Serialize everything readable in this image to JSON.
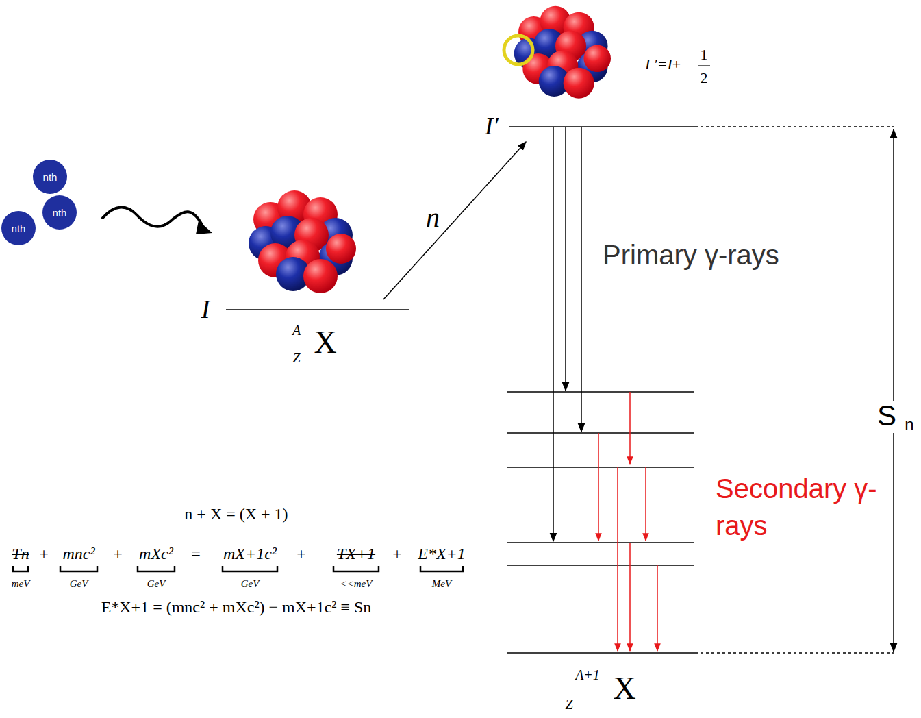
{
  "diagram": {
    "nodes": [
      {
        "text": [
          "nth"
        ]
      },
      {
        "text": [
          "nth"
        ]
      },
      {
        "text": [
          "nth"
        ]
      }
    ],
    "labels": [
      "I",
      "A",
      "Z",
      "X",
      "n",
      "I ′=I±",
      "1",
      "2",
      "I′",
      "Primary γ-rays",
      "Secondary γ-rays",
      "S",
      "n",
      "A+1",
      "Z",
      "X",
      "n + X = (X + 1)",
      "Tn",
      "+",
      "mnc²",
      "+",
      "mXc²",
      "=",
      "mX+1c²",
      "+",
      "TX+1",
      "+",
      "E*X+1",
      "meV",
      "GeV",
      "GeV",
      "GeV",
      "<<meV",
      "MeV",
      "E*X+1 = (mnc² + mXc²) − mX+1c² ≡ Sn"
    ]
  }
}
